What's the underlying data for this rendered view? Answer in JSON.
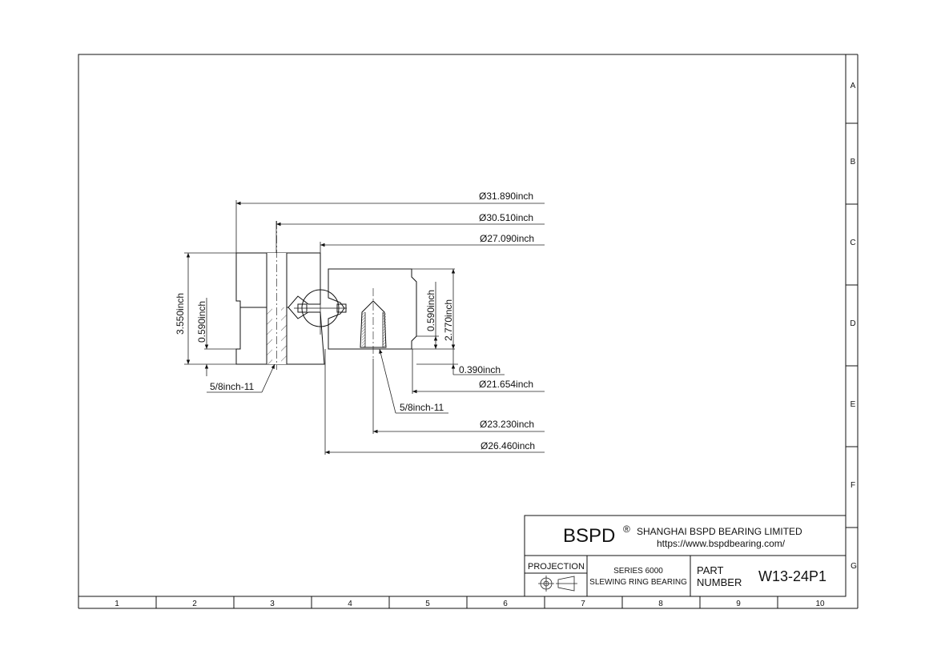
{
  "drawing": {
    "title_block": {
      "brand": "BSPD",
      "registered_mark": "®",
      "company": "SHANGHAI BSPD BEARING LIMITED",
      "url": "https://www.bspdbearing.com/",
      "projection_label": "PROJECTION",
      "series": "SERIES 6000",
      "product": "SLEWING RING BEARING",
      "part_label_line1": "PART",
      "part_label_line2": "NUMBER",
      "part_number": "W13-24P1"
    },
    "row_labels": [
      "A",
      "B",
      "C",
      "D",
      "E",
      "F",
      "G"
    ],
    "col_labels": [
      "1",
      "2",
      "3",
      "4",
      "5",
      "6",
      "7",
      "8",
      "9",
      "10"
    ],
    "dimensions": {
      "d1": "Ø31.890inch",
      "d2": "Ø30.510inch",
      "d3": "Ø27.090inch",
      "height_total": "3.550inch",
      "height_left_flange": "0.590inch",
      "height_right_flange": "0.590inch",
      "height_inner": "2.770inch",
      "gap": "0.390inch",
      "d4": "Ø21.654inch",
      "thread_outer": "5/8inch-11",
      "thread_inner": "5/8inch-11",
      "d5": "Ø23.230inch",
      "d6": "Ø26.460inch"
    }
  }
}
